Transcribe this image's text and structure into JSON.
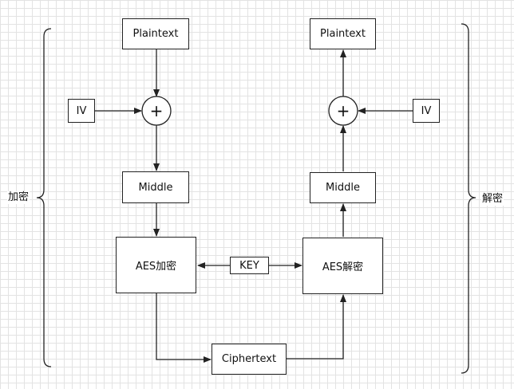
{
  "left_group": {
    "label": "加密"
  },
  "right_group": {
    "label": "解密"
  },
  "encrypt": {
    "plaintext": "Plaintext",
    "iv": "IV",
    "xor": "+",
    "middle": "Middle",
    "aes": "AES加密"
  },
  "decrypt": {
    "plaintext": "Plaintext",
    "iv": "IV",
    "xor": "+",
    "middle": "Middle",
    "aes": "AES解密"
  },
  "key": "KEY",
  "ciphertext": "Ciphertext",
  "colors": {
    "line": "#222222",
    "grid": "#e3e3e3",
    "box_fill": "#ffffff"
  }
}
